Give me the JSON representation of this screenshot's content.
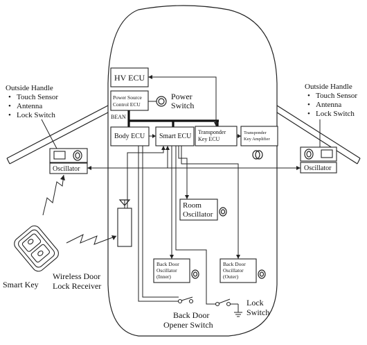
{
  "left_handle": {
    "title": "Outside Handle",
    "bullets": [
      "Touch Sensor",
      "Antenna",
      "Lock Switch"
    ],
    "oscillator": "Oscillator"
  },
  "right_handle": {
    "title": "Outside Handle",
    "bullets": [
      "Touch Sensor",
      "Antenna",
      "Lock Switch"
    ],
    "oscillator": "Oscillator"
  },
  "ecus": {
    "hv": "HV ECU",
    "power_source": [
      "Power Source",
      "Control ECU"
    ],
    "power_switch": [
      "Power",
      "Switch"
    ],
    "bean": "BEAN",
    "body": "Body ECU",
    "smart": "Smart ECU",
    "transponder": [
      "Transponder",
      "Key ECU"
    ],
    "transponder_amp": [
      "Transponder",
      "Key Amplifier"
    ]
  },
  "room_oscillator": [
    "Room",
    "Oscillator"
  ],
  "back_door_inner": [
    "Back Door",
    "Oscillator",
    "(Inner)"
  ],
  "back_door_outer": [
    "Back Door",
    "Oscillator",
    "(Outer)"
  ],
  "smart_key": "Smart Key",
  "receiver": [
    "Wireless Door",
    "Lock Receiver"
  ],
  "opener_switch": [
    "Back Door",
    "Opener Switch"
  ],
  "lock_switch": [
    "Lock",
    "Switch"
  ]
}
